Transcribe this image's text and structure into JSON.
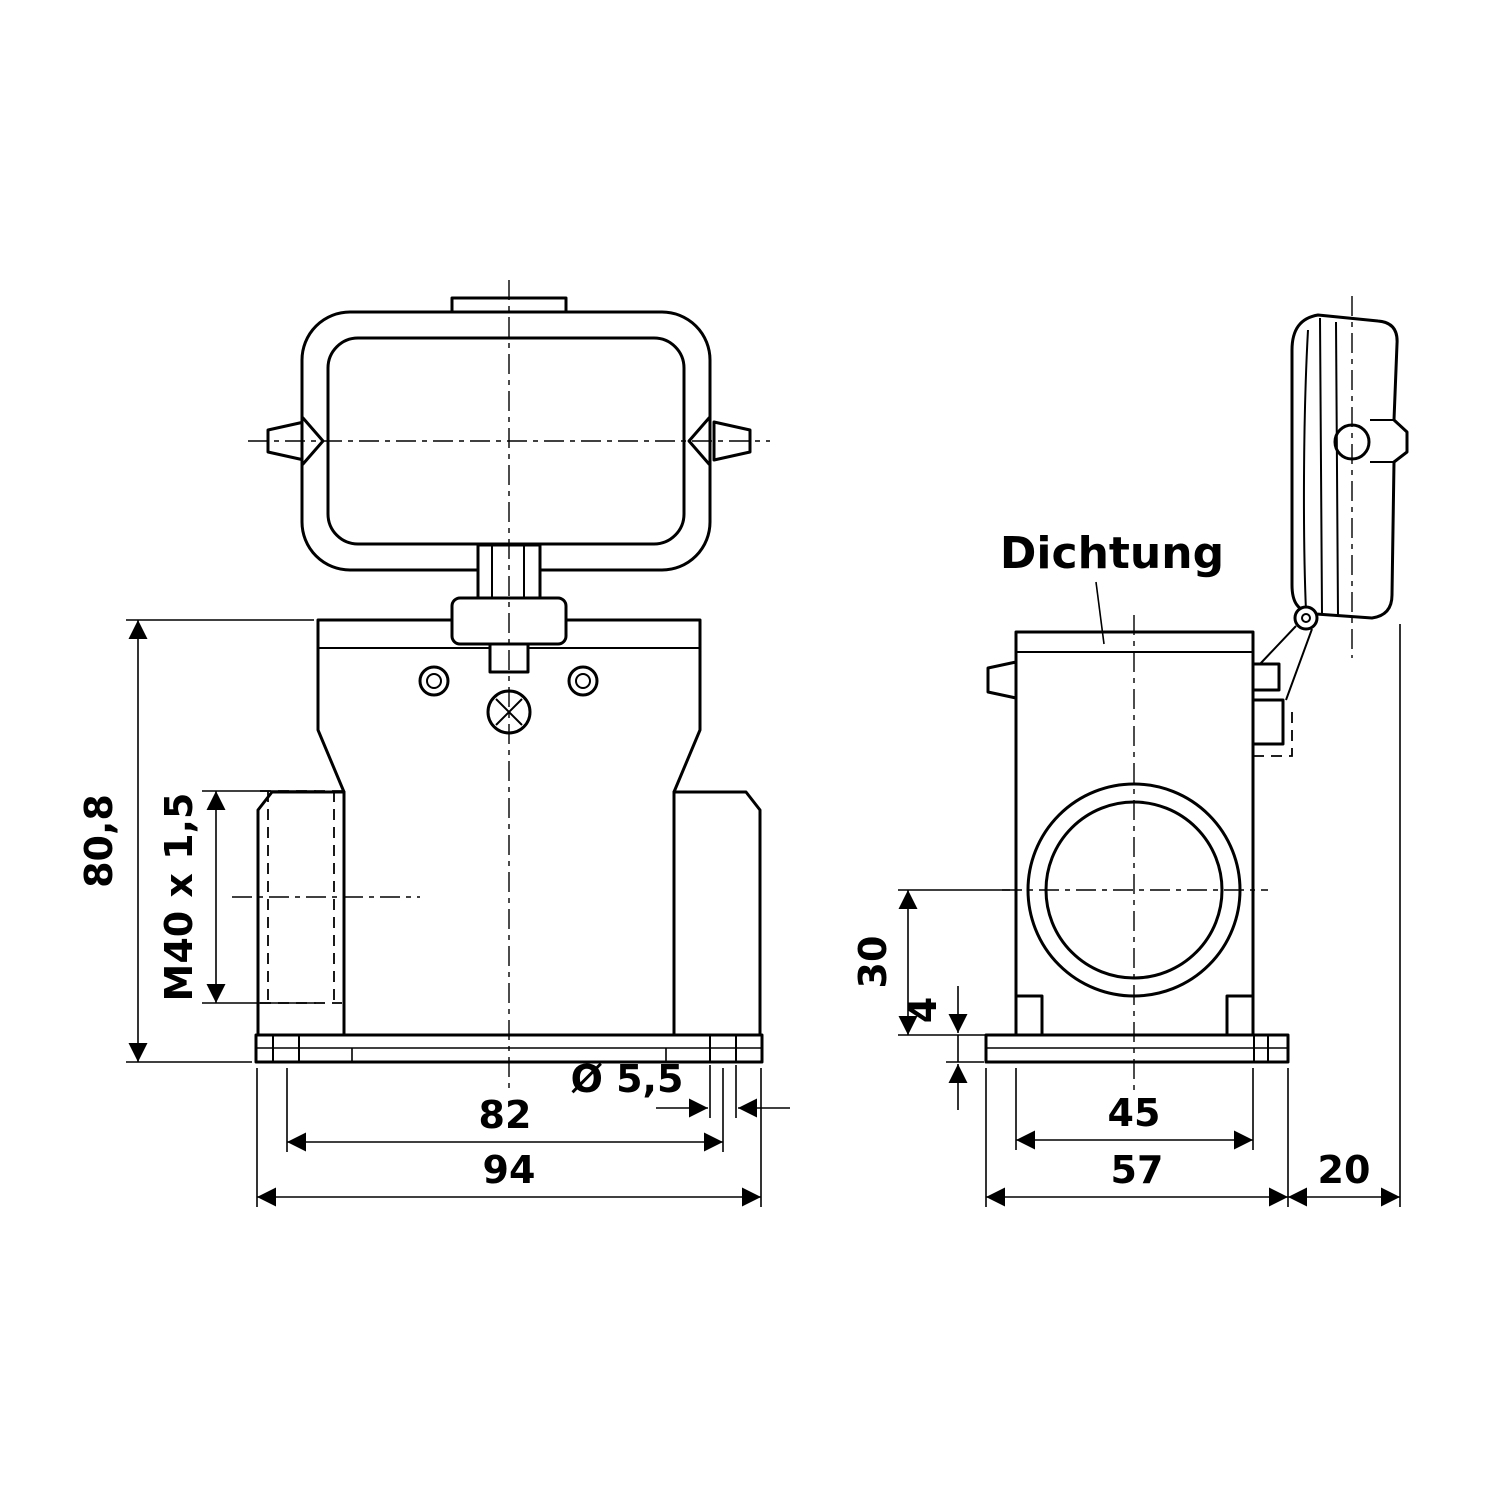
{
  "drawing": {
    "labels": {
      "seal": "Dichtung"
    },
    "front_view": {
      "dims": {
        "height": "80,8",
        "thread": "M40 x 1,5",
        "hole_pitch": "82",
        "overall_width": "94",
        "hole_diameter": "Ø 5,5"
      }
    },
    "side_view": {
      "dims": {
        "center_height": "30",
        "flange_thickness": "4",
        "body_depth": "45",
        "flange_depth": "57",
        "cover_depth": "20"
      }
    }
  }
}
